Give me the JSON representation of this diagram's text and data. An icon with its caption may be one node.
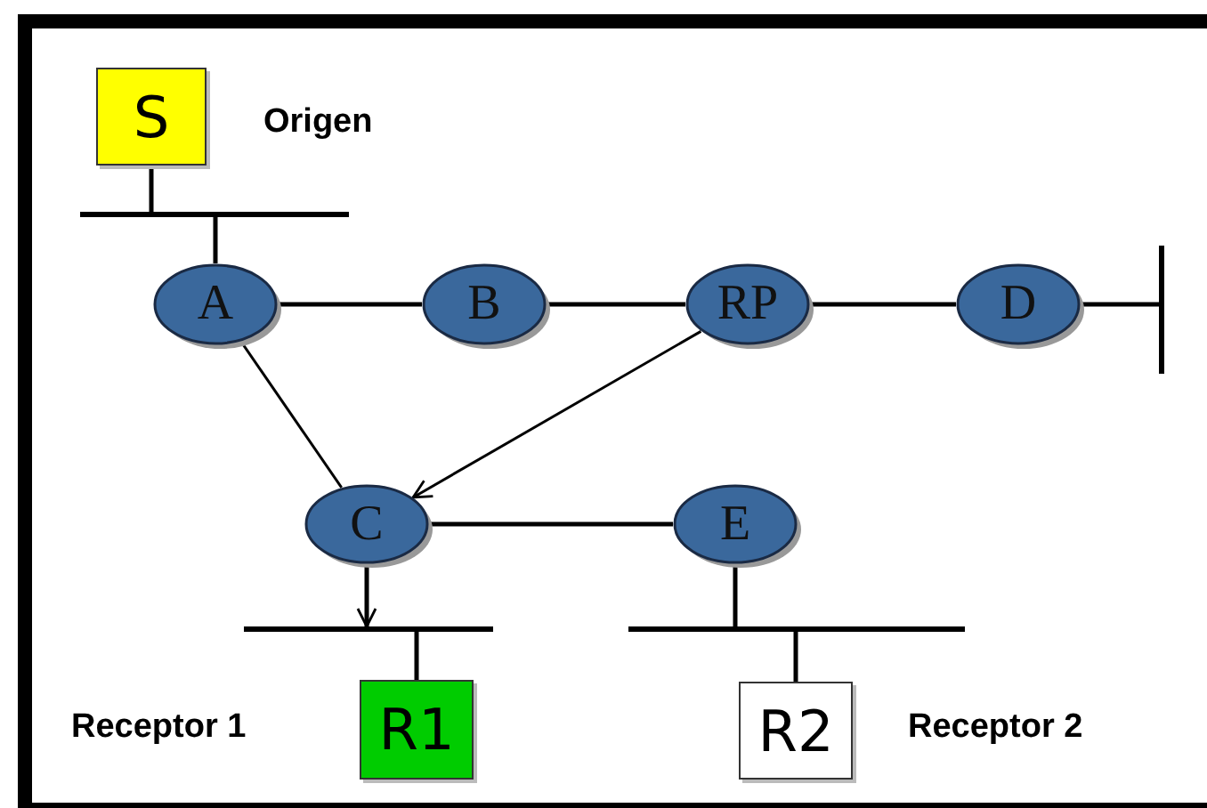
{
  "diagram": {
    "nodes": [
      {
        "text": [
          "S"
        ],
        "beside": [
          "Origen"
        ]
      },
      {
        "text": [],
        "shape": "bar"
      },
      {
        "text": [
          "A"
        ]
      },
      {
        "text": [
          "B"
        ]
      },
      {
        "text": [
          "RP"
        ]
      },
      {
        "text": [
          "D"
        ]
      },
      {
        "text": [],
        "shape": "bar"
      },
      {
        "text": [
          "C"
        ]
      },
      {
        "text": [
          "E"
        ]
      },
      {
        "text": [],
        "shape": "bar"
      },
      {
        "text": [],
        "shape": "bar"
      },
      {
        "text": [
          "R1"
        ],
        "beside": [
          "Receptor 1"
        ]
      },
      {
        "text": [
          "R2"
        ],
        "beside": [
          "Receptor 2"
        ]
      }
    ],
    "edges": [
      {
        "from": 0,
        "to": 1,
        "arrow": "none"
      },
      {
        "from": 1,
        "to": 2,
        "arrow": "none"
      },
      {
        "from": 2,
        "to": 3,
        "arrow": "none"
      },
      {
        "from": 3,
        "to": 4,
        "arrow": "none"
      },
      {
        "from": 4,
        "to": 5,
        "arrow": "none"
      },
      {
        "from": 5,
        "to": 6,
        "arrow": "none"
      },
      {
        "from": 2,
        "to": 7,
        "arrow": "none"
      },
      {
        "from": 4,
        "to": 7,
        "arrow": "to"
      },
      {
        "from": 7,
        "to": 8,
        "arrow": "none"
      },
      {
        "from": 7,
        "to": 9,
        "arrow": "to"
      },
      {
        "from": 11,
        "to": 9,
        "arrow": "none"
      },
      {
        "from": 8,
        "to": 10,
        "arrow": "none"
      },
      {
        "from": 12,
        "to": 10,
        "arrow": "none"
      }
    ]
  }
}
